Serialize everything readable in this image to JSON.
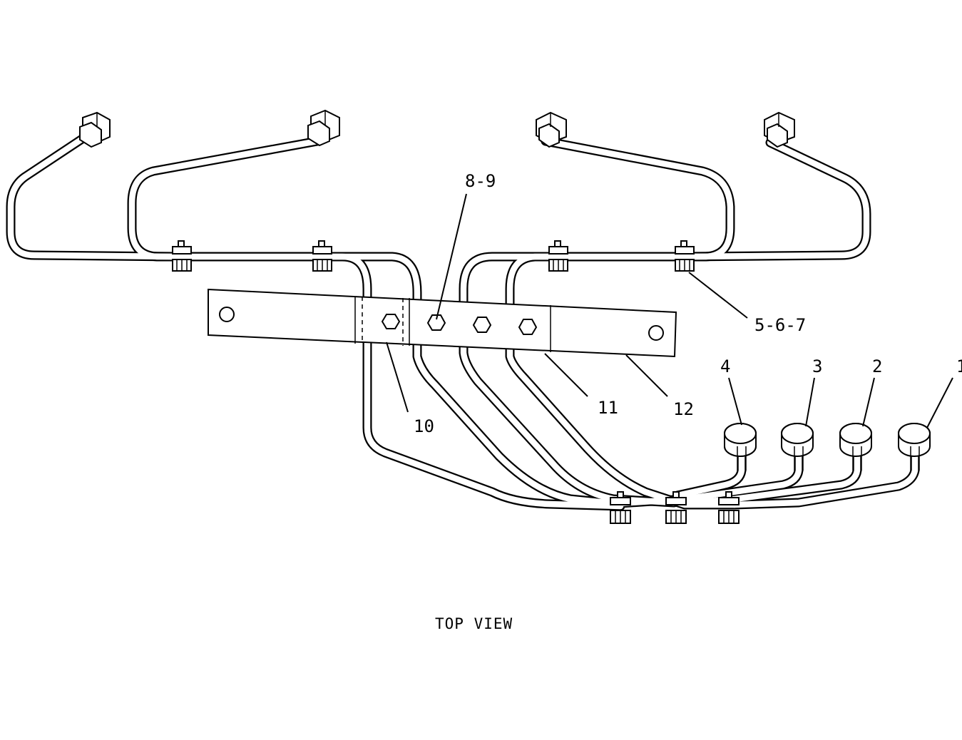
{
  "callouts": {
    "c1": "1",
    "c2": "2",
    "c3": "3",
    "c4": "4",
    "c5_6_7": "5-6-7",
    "c8_9": "8-9",
    "c10": "10",
    "c11": "11",
    "c12": "12"
  },
  "caption": "TOP VIEW"
}
